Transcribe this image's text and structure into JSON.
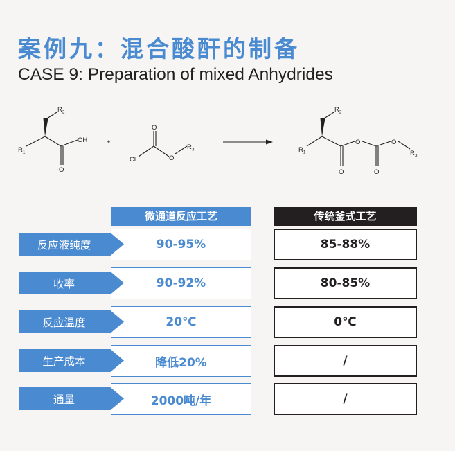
{
  "title_cn": "案例九：混合酸酐的制备",
  "title_en": "CASE 9: Preparation of mixed Anhydrides",
  "scheme": {
    "labels": {
      "r2_a": "R",
      "r2_a_sub": "2",
      "r1_a": "R",
      "r1_a_sub": "1",
      "oh": "OH",
      "o_a": "O",
      "plus": "+",
      "o_b_top": "O",
      "cl": "Cl",
      "o_b_mid": "O",
      "r3_b": "R",
      "r3_b_sub": "3",
      "r2_c": "R",
      "r2_c_sub": "2",
      "r1_c": "R",
      "r1_c_sub": "1",
      "o_c_bridge": "O",
      "o_c_ester": "O",
      "r3_c": "R",
      "r3_c_sub": "3",
      "o_c_carbonyl1": "O",
      "o_c_carbonyl2": "O"
    }
  },
  "table": {
    "header_micro": "微通道反应工艺",
    "header_tank": "传统釜式工艺",
    "rows": [
      {
        "label": "反应液纯度",
        "micro": "90-95%",
        "tank": "85-88%"
      },
      {
        "label": "收率",
        "micro": "90-92%",
        "tank": "80-85%"
      },
      {
        "label": "反应温度",
        "micro": "20℃",
        "tank": "0℃"
      },
      {
        "label": "生产成本",
        "micro": "降低20%",
        "tank": "/"
      },
      {
        "label": "通量",
        "micro": "2000吨/年",
        "tank": "/"
      }
    ]
  },
  "colors": {
    "accent_blue": "#4a8ad0",
    "dark": "#231f20",
    "background": "#f6f5f4"
  }
}
